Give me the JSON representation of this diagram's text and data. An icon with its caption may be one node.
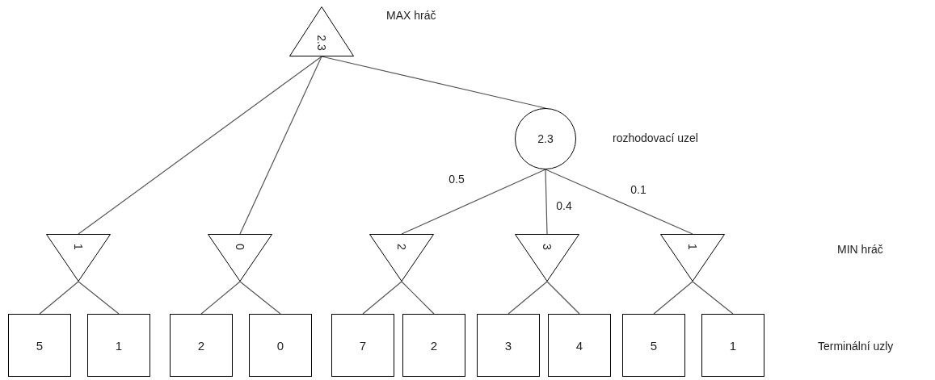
{
  "diagram": {
    "nodes": [
      {
        "text": [
          "2.3"
        ]
      },
      {
        "text": [
          "2.3"
        ]
      },
      {
        "text": [
          "1"
        ]
      },
      {
        "text": [
          "0"
        ]
      },
      {
        "text": [
          "2"
        ]
      },
      {
        "text": [
          "3"
        ]
      },
      {
        "text": [
          "1"
        ]
      },
      {
        "text": [
          "5"
        ]
      },
      {
        "text": [
          "1"
        ]
      },
      {
        "text": [
          "2"
        ]
      },
      {
        "text": [
          "0"
        ]
      },
      {
        "text": [
          "7"
        ]
      },
      {
        "text": [
          "2"
        ]
      },
      {
        "text": [
          "3"
        ]
      },
      {
        "text": [
          "4"
        ]
      },
      {
        "text": [
          "5"
        ]
      },
      {
        "text": [
          "1"
        ]
      }
    ],
    "edges": [
      {
        "from": 0,
        "to": 2,
        "arrow": "none"
      },
      {
        "from": 0,
        "to": 3,
        "arrow": "none"
      },
      {
        "from": 0,
        "to": 1,
        "arrow": "none"
      },
      {
        "from": 1,
        "to": 4,
        "arrow": "none",
        "label": "0.5"
      },
      {
        "from": 1,
        "to": 5,
        "arrow": "none",
        "label": "0.4"
      },
      {
        "from": 1,
        "to": 6,
        "arrow": "none",
        "label": "0.1"
      },
      {
        "from": 2,
        "to": 7,
        "arrow": "none"
      },
      {
        "from": 2,
        "to": 8,
        "arrow": "none"
      },
      {
        "from": 3,
        "to": 9,
        "arrow": "none"
      },
      {
        "from": 3,
        "to": 10,
        "arrow": "none"
      },
      {
        "from": 4,
        "to": 11,
        "arrow": "none"
      },
      {
        "from": 4,
        "to": 12,
        "arrow": "none"
      },
      {
        "from": 5,
        "to": 13,
        "arrow": "none"
      },
      {
        "from": 5,
        "to": 14,
        "arrow": "none"
      },
      {
        "from": 6,
        "to": 15,
        "arrow": "none"
      },
      {
        "from": 6,
        "to": 16,
        "arrow": "none"
      }
    ],
    "labels": [
      "MAX hráč",
      "rozhodovací uzel",
      "MIN hráč",
      "Terminální uzly"
    ]
  }
}
